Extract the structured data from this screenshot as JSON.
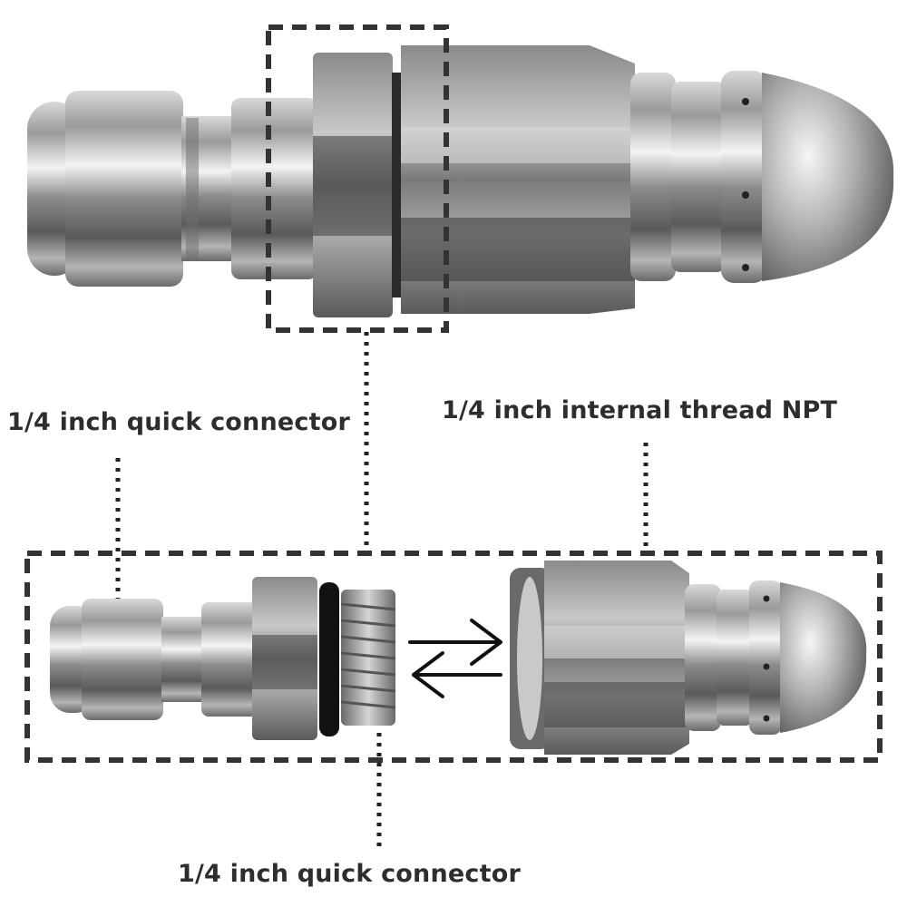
{
  "labels": {
    "left_connector": "1/4 inch quick connector",
    "internal_thread": "1/4 inch internal thread NPT",
    "bottom_connector": "1/4 inch quick connector"
  },
  "colors": {
    "dashed_box": "#333333",
    "label_text": "#2d2d2d",
    "metal_dark": "#4a4a4a",
    "metal_light": "#f2f2f2",
    "o_ring": "#111111"
  }
}
